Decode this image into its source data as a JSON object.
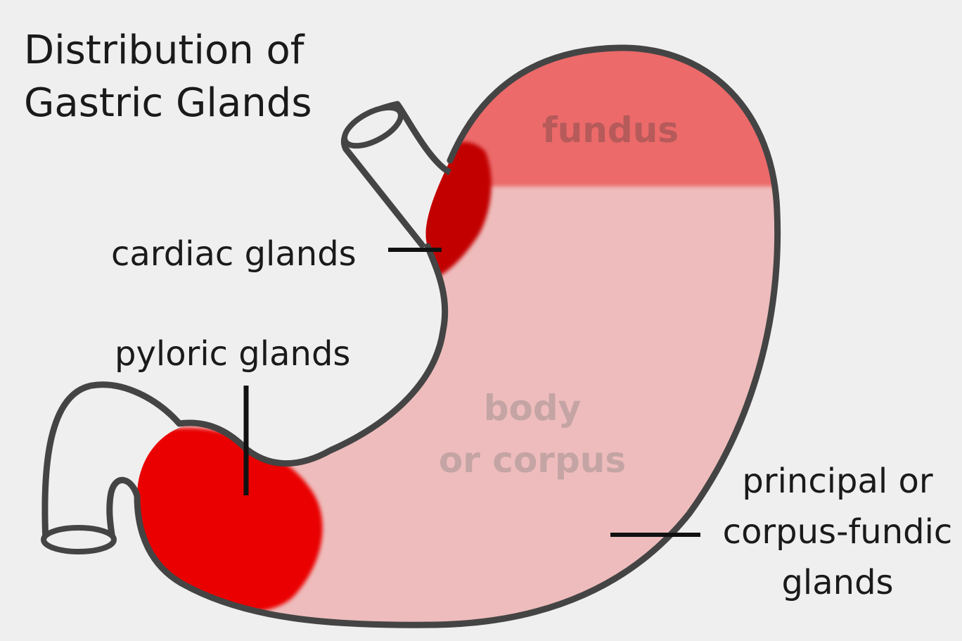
{
  "title": {
    "line1": "Distribution of",
    "line2": "Gastric Glands"
  },
  "regions": {
    "fundus": "fundus",
    "body_line1": "body",
    "body_line2": "or corpus"
  },
  "labels": {
    "cardiac": "cardiac glands",
    "pyloric": "pyloric glands",
    "principal_line1": "principal or",
    "principal_line2": "corpus-fundic",
    "principal_line3": "glands"
  },
  "colors": {
    "background": "#efefef",
    "outline": "#444444",
    "fundus": "#ec6b6b",
    "body": "#eebcbc",
    "cardiac": "#c30000",
    "pyloric": "#ea0000"
  }
}
